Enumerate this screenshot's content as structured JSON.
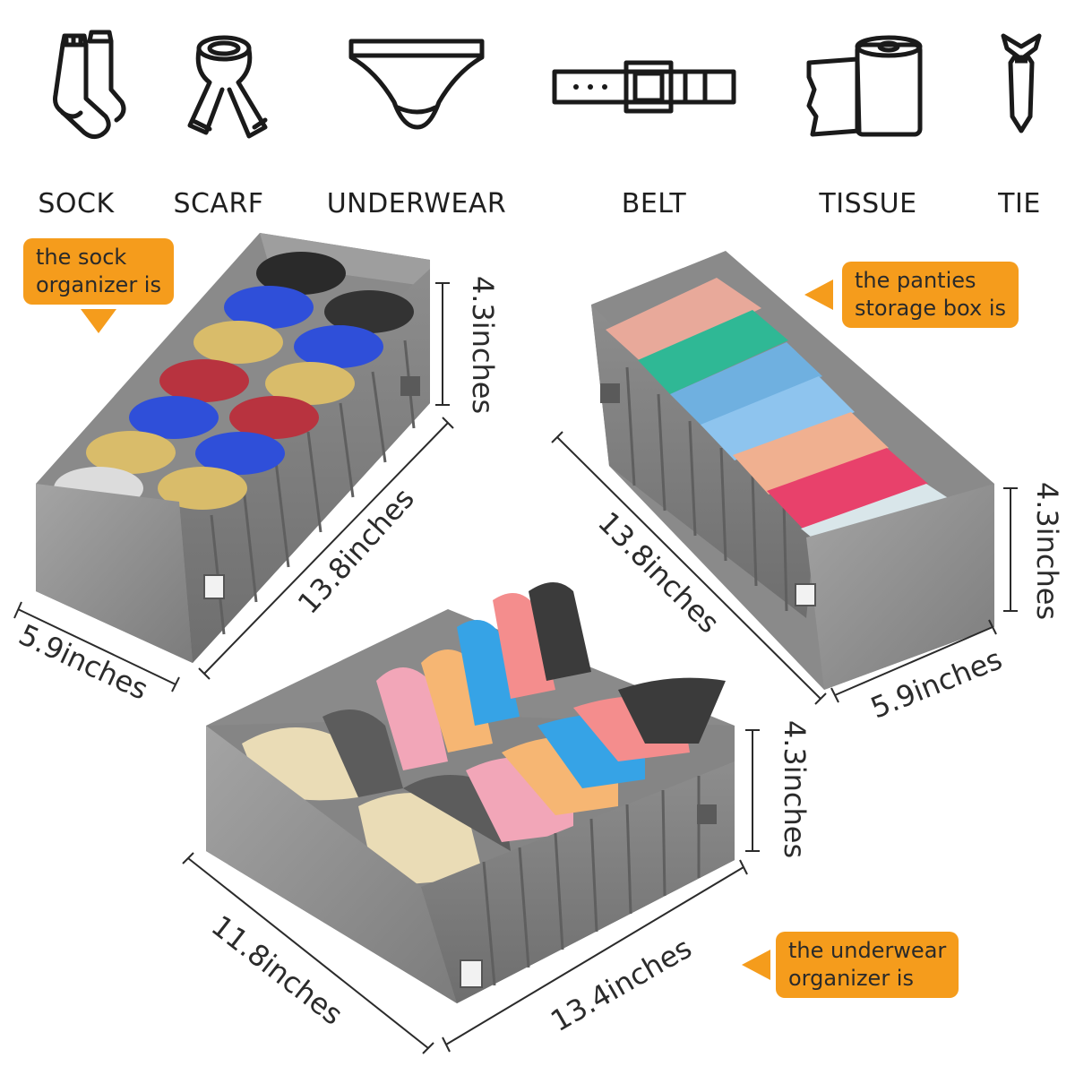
{
  "icons": [
    {
      "name": "sock",
      "label": "SOCK"
    },
    {
      "name": "scarf",
      "label": "SCARF"
    },
    {
      "name": "underwear",
      "label": "UNDERWEAR"
    },
    {
      "name": "belt",
      "label": "BELT"
    },
    {
      "name": "tissue",
      "label": "TISSUE"
    },
    {
      "name": "tie",
      "label": "TIE"
    }
  ],
  "callouts": {
    "sock": "the sock\norganizer is",
    "panties": "the panties\nstorage box is",
    "underwear": "the underwear\norganizer is"
  },
  "dimensions": {
    "sock_height": "4.3inches",
    "sock_length": "13.8inches",
    "sock_width": "5.9inches",
    "panties_length": "13.8inches",
    "panties_height": "4.3inches",
    "panties_width": "5.9inches",
    "underwear_height": "4.3inches",
    "underwear_width": "11.8inches",
    "underwear_length": "13.4inches"
  },
  "colors": {
    "accent": "#f59c1c",
    "fabric": "#8e8e8e",
    "fabric_dark": "#6f6f6f",
    "fabric_light": "#a9a9a9"
  }
}
